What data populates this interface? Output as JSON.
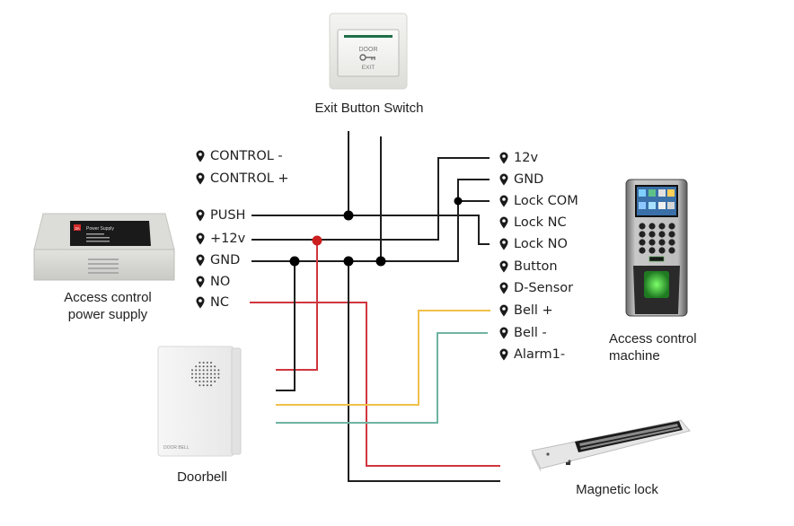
{
  "diagram": {
    "devices": {
      "exit_button": {
        "caption": "Exit Button Switch",
        "face_top": "DOOR",
        "face_bottom": "EXIT"
      },
      "power_supply": {
        "caption_line1": "Access control",
        "caption_line2": "power supply",
        "label_badge": "3A",
        "label_title": "Power Supply"
      },
      "access_machine": {
        "caption_line1": "Access control",
        "caption_line2": "machine"
      },
      "doorbell": {
        "caption": "Doorbell",
        "face_text": "DOOR BELL"
      },
      "magnetic_lock": {
        "caption": "Magnetic lock"
      }
    },
    "power_supply_terminals": [
      {
        "label": "CONTROL -"
      },
      {
        "label": "CONTROL +"
      },
      {
        "label": "PUSH"
      },
      {
        "label": "+12v"
      },
      {
        "label": "GND"
      },
      {
        "label": "NO"
      },
      {
        "label": "NC"
      }
    ],
    "machine_terminals": [
      {
        "label": "12v"
      },
      {
        "label": "GND"
      },
      {
        "label": "Lock COM"
      },
      {
        "label": "Lock NC"
      },
      {
        "label": "Lock NO"
      },
      {
        "label": "Button"
      },
      {
        "label": "D-Sensor"
      },
      {
        "label": "Bell +"
      },
      {
        "label": "Bell -"
      },
      {
        "label": "Alarm1-"
      }
    ],
    "pin_icon": "map-pin-icon",
    "wire_colors": {
      "black": "#1e1e1e",
      "red": "#d0363f",
      "yellow": "#f1c04a",
      "teal": "#6fb3a2",
      "junction_black": "#000000",
      "junction_red": "#cc1f1f"
    }
  }
}
